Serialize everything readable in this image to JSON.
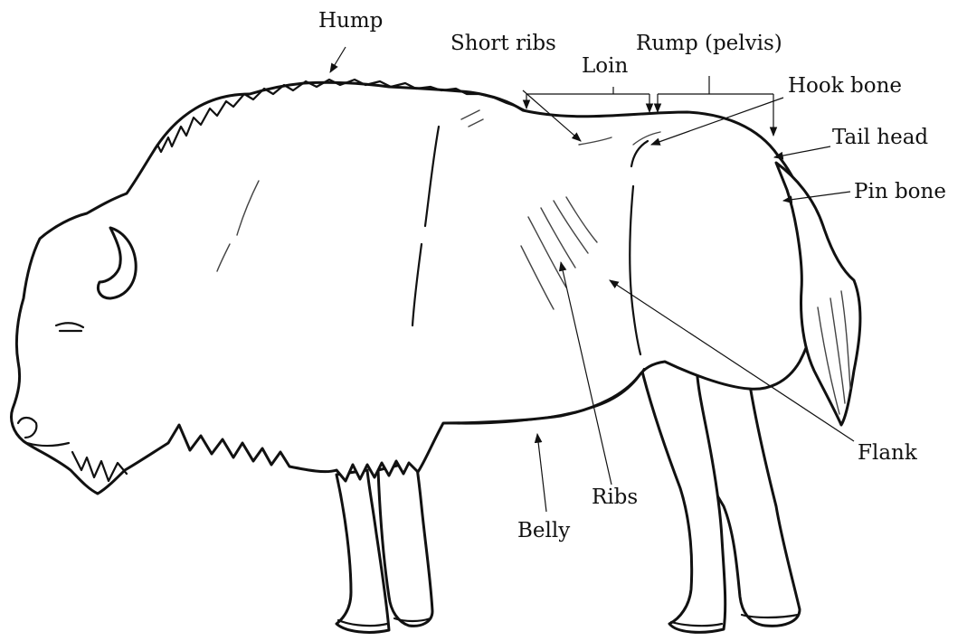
{
  "diagram": {
    "labels": {
      "hump": "Hump",
      "short_ribs": "Short ribs",
      "loin": "Loin",
      "rump": "Rump (pelvis)",
      "hook_bone": "Hook bone",
      "tail_head": "Tail head",
      "pin_bone": "Pin bone",
      "flank": "Flank",
      "ribs": "Ribs",
      "belly": "Belly"
    },
    "colors": {
      "line": "#111111",
      "fill": "#ffffff"
    }
  }
}
